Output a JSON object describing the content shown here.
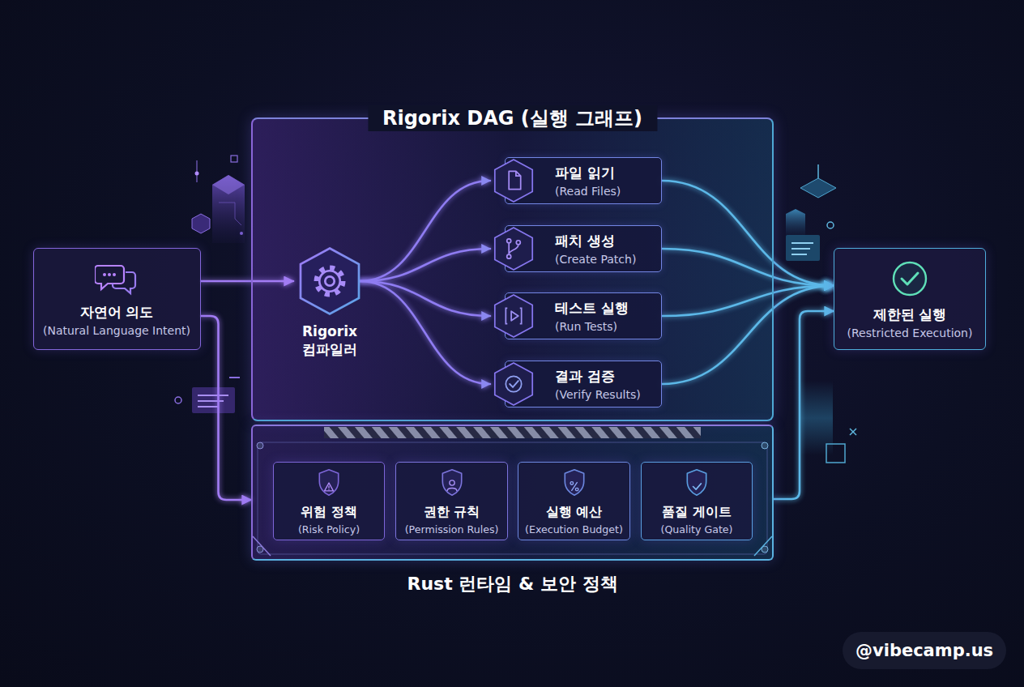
{
  "diagram": {
    "nodes": [
      {
        "text": [
          "자연어 의도",
          "(Natural Language Intent)"
        ]
      },
      {
        "text": [
          "Rigorix DAG (실행 그래프)"
        ]
      },
      {
        "text": [
          "Rigorix 컴파일러"
        ],
        "in": 1
      },
      {
        "text": [
          "파일 읽기",
          "(Read Files)"
        ],
        "in": 1
      },
      {
        "text": [
          "패치 생성",
          "(Create Patch)"
        ],
        "in": 1
      },
      {
        "text": [
          "테스트 실행",
          "(Run Tests)"
        ],
        "in": 1
      },
      {
        "text": [
          "결과 검증",
          "(Verify Results)"
        ],
        "in": 1
      },
      {
        "text": [
          "제한된 실행",
          "(Restricted Execution)"
        ]
      },
      {
        "text": [
          "Rust 런타임 & 보안 정책"
        ]
      },
      {
        "text": [
          "위험 정책",
          "(Risk Policy)"
        ],
        "in": 8
      },
      {
        "text": [
          "권한 규칙",
          "(Permission Rules)"
        ],
        "in": 8
      },
      {
        "text": [
          "실행 예산",
          "(Execution Budget)"
        ],
        "in": 8
      },
      {
        "text": [
          "품질 게이트",
          "(Quality Gate)"
        ],
        "in": 8
      }
    ],
    "edges": [
      {
        "from": 0,
        "to": 2,
        "arrow": "to"
      },
      {
        "from": 2,
        "to": 3,
        "arrow": "to"
      },
      {
        "from": 2,
        "to": 4,
        "arrow": "to"
      },
      {
        "from": 2,
        "to": 5,
        "arrow": "to"
      },
      {
        "from": 2,
        "to": 6,
        "arrow": "to"
      },
      {
        "from": 3,
        "to": 7,
        "arrow": "to"
      },
      {
        "from": 4,
        "to": 7,
        "arrow": "to"
      },
      {
        "from": 5,
        "to": 7,
        "arrow": "to"
      },
      {
        "from": 6,
        "to": 7,
        "arrow": "to"
      },
      {
        "from": 0,
        "to": 8,
        "arrow": "to"
      },
      {
        "from": 8,
        "to": 7,
        "arrow": "to"
      }
    ],
    "labels": [
      "@vibecamp.us"
    ]
  }
}
